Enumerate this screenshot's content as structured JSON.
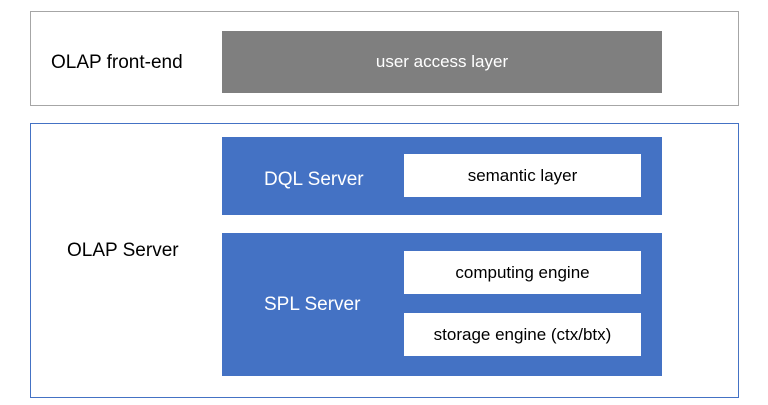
{
  "frontend": {
    "label": "OLAP front-end",
    "access_layer": "user access layer"
  },
  "server": {
    "label": "OLAP Server",
    "dql": {
      "name": "DQL Server",
      "modules": [
        "semantic layer"
      ]
    },
    "spl": {
      "name": "SPL Server",
      "modules": [
        "computing engine",
        "storage engine (ctx/btx)"
      ]
    }
  },
  "colors": {
    "server_blue": "#4472c4",
    "access_gray": "#7f7f7f",
    "frontend_border": "#a6a6a6"
  }
}
